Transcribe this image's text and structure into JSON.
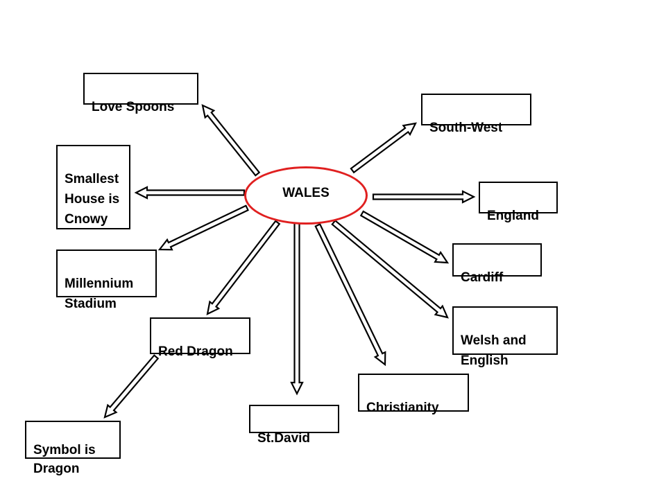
{
  "center": {
    "label": "WALES"
  },
  "nodes": [
    {
      "id": "love-spoons",
      "label": "Love Spoons"
    },
    {
      "id": "south-west",
      "label": "South-West"
    },
    {
      "id": "smallest-house",
      "label": "Smallest\nHouse is\nCnowy"
    },
    {
      "id": "england",
      "label": "England"
    },
    {
      "id": "millennium-stadium",
      "label": "Millennium\nStadium"
    },
    {
      "id": "cardiff",
      "label": "Cardiff"
    },
    {
      "id": "welsh-and-english",
      "label": "Welsh and\nEnglish"
    },
    {
      "id": "red-dragon",
      "label": "Red Dragon"
    },
    {
      "id": "christianity",
      "label": "Christianity"
    },
    {
      "id": "st-david",
      "label": "St.David"
    },
    {
      "id": "symbol-is-dragon",
      "label": "Symbol is\nDragon"
    }
  ],
  "colors": {
    "center_border": "#e02020",
    "arrow_stroke": "#000000",
    "arrow_fill": "#ffffff"
  }
}
